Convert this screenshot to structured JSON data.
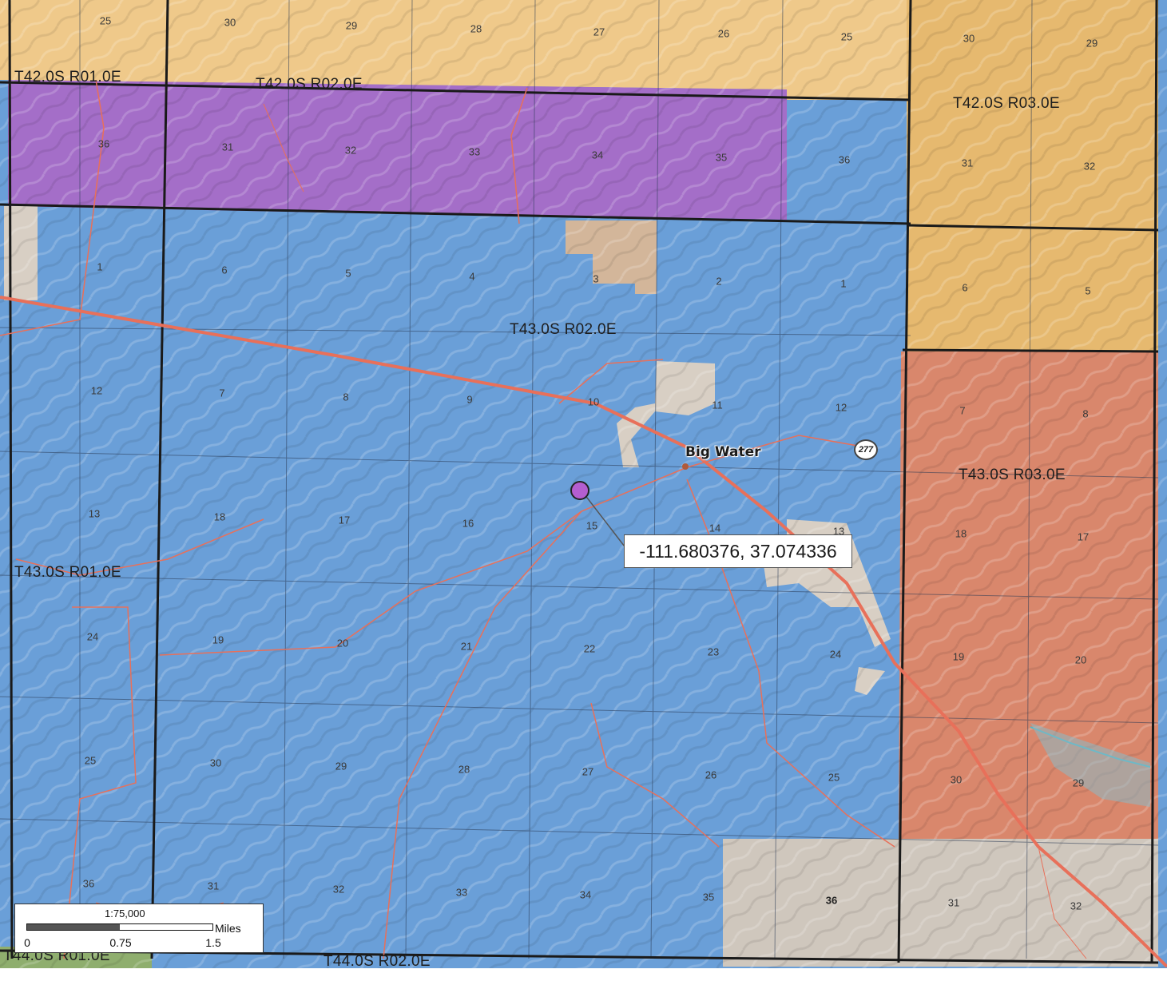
{
  "map": {
    "town_label": "Big Water",
    "route_shield": "277",
    "coordinate_callout": "-111.680376, 37.074336",
    "townships": [
      {
        "id": "t42-r01",
        "label": "T42.0S R01.0E"
      },
      {
        "id": "t42-r02",
        "label": "T42.0S R02.0E"
      },
      {
        "id": "t42-r03",
        "label": "T42.0S R03.0E"
      },
      {
        "id": "t43-r01",
        "label": "T43.0S R01.0E"
      },
      {
        "id": "t43-r02",
        "label": "T43.0S R02.0E"
      },
      {
        "id": "t43-r03",
        "label": "T43.0S R03.0E"
      },
      {
        "id": "t44-r01",
        "label": "T44.0S R01.0E"
      },
      {
        "id": "t44-r02",
        "label": "T44.0S R02.0E"
      }
    ],
    "section_numbers": [
      "25",
      "30",
      "29",
      "28",
      "27",
      "26",
      "25",
      "30",
      "29",
      "36",
      "31",
      "32",
      "33",
      "34",
      "35",
      "36",
      "31",
      "32",
      "1",
      "6",
      "5",
      "4",
      "3",
      "2",
      "1",
      "6",
      "5",
      "12",
      "7",
      "8",
      "9",
      "10",
      "11",
      "12",
      "7",
      "8",
      "13",
      "18",
      "17",
      "16",
      "15",
      "14",
      "13",
      "18",
      "17",
      "24",
      "19",
      "20",
      "21",
      "22",
      "23",
      "24",
      "19",
      "20",
      "25",
      "30",
      "29",
      "28",
      "27",
      "26",
      "25",
      "30",
      "29",
      "36",
      "31",
      "32",
      "33",
      "34",
      "35",
      "36",
      "31",
      "32"
    ],
    "land_status_colors": {
      "state_trust": "#6a9fd8",
      "purple_tract": "#a46ec8",
      "blm_tan": "#efc98a",
      "red_tract": "#d9876c",
      "private_gray": "#cfc7bd"
    },
    "road_color": "#e8705a"
  },
  "scalebar": {
    "ratio": "1:75,000",
    "ticks": [
      "0",
      "0.75",
      "1.5"
    ],
    "units": "Miles"
  }
}
